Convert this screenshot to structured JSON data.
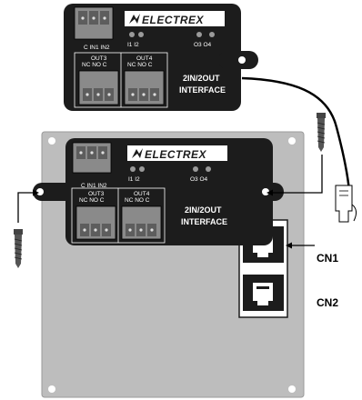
{
  "colors": {
    "module_body": "#1c1c1c",
    "terminal_gray": "#8a8a8a",
    "plate_gray": "#bdbdbd",
    "socket_frame": "#ffffff"
  },
  "top_module": {
    "brand": "ELECTREX",
    "input_terminal_labels": "C  IN1 IN2",
    "led_labels_in": "I1  I2",
    "led_labels_out": "O3  O4",
    "out3_title": "OUT3",
    "out3_pins": "NC NO  C",
    "out4_title": "OUT4",
    "out4_pins": "NC NO  C",
    "caption_line1": "2IN/2OUT",
    "caption_line2": "INTERFACE"
  },
  "bottom_module": {
    "brand": "ELECTREX",
    "input_terminal_labels": "C  IN1 IN2",
    "led_labels_in": "I1  I2",
    "led_labels_out": "O3  O4",
    "out3_title": "OUT3",
    "out3_pins": "NC NO  C",
    "out4_title": "OUT4",
    "out4_pins": "NC NO  C",
    "caption_line1": "2IN/2OUT",
    "caption_line2": "INTERFACE"
  },
  "connectors": {
    "cn1_label": "CN1",
    "cn2_label": "CN2"
  }
}
